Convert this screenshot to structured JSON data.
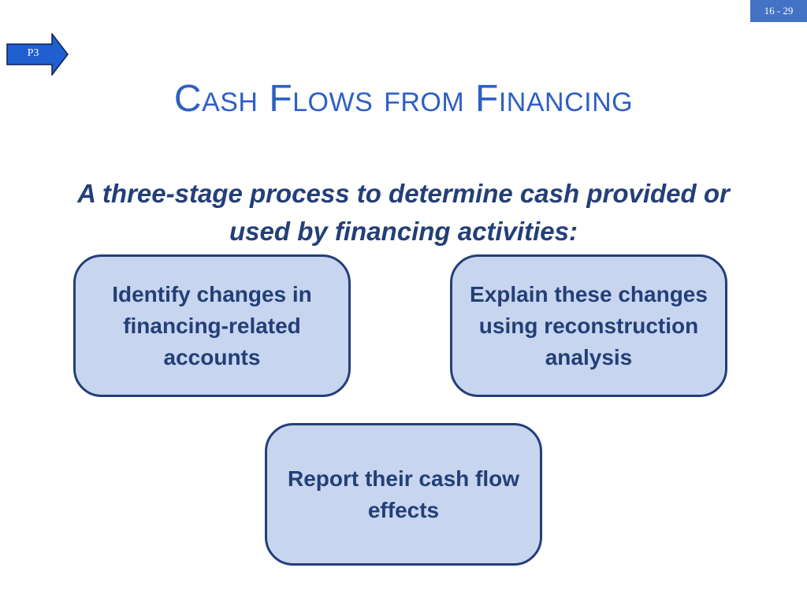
{
  "slide": {
    "number": "16 - 29",
    "badge": "P3",
    "title": "Cash Flows from Financing",
    "subtitle": "A three-stage process to determine cash provided or used by financing activities:"
  },
  "stages": [
    {
      "text": "Identify changes in financing-related accounts"
    },
    {
      "text": "Explain these changes using reconstruction analysis"
    },
    {
      "text": "Report their cash flow effects"
    }
  ],
  "colors": {
    "title": "#2e5fc6",
    "subtitle": "#233f78",
    "box_fill": "#c8d5ef",
    "box_border": "#233f78",
    "badge_arrow": "#1f5fd0",
    "slide_number_bg": "#4472c4"
  },
  "icons": {
    "badge_arrow": "right-arrow-icon"
  }
}
